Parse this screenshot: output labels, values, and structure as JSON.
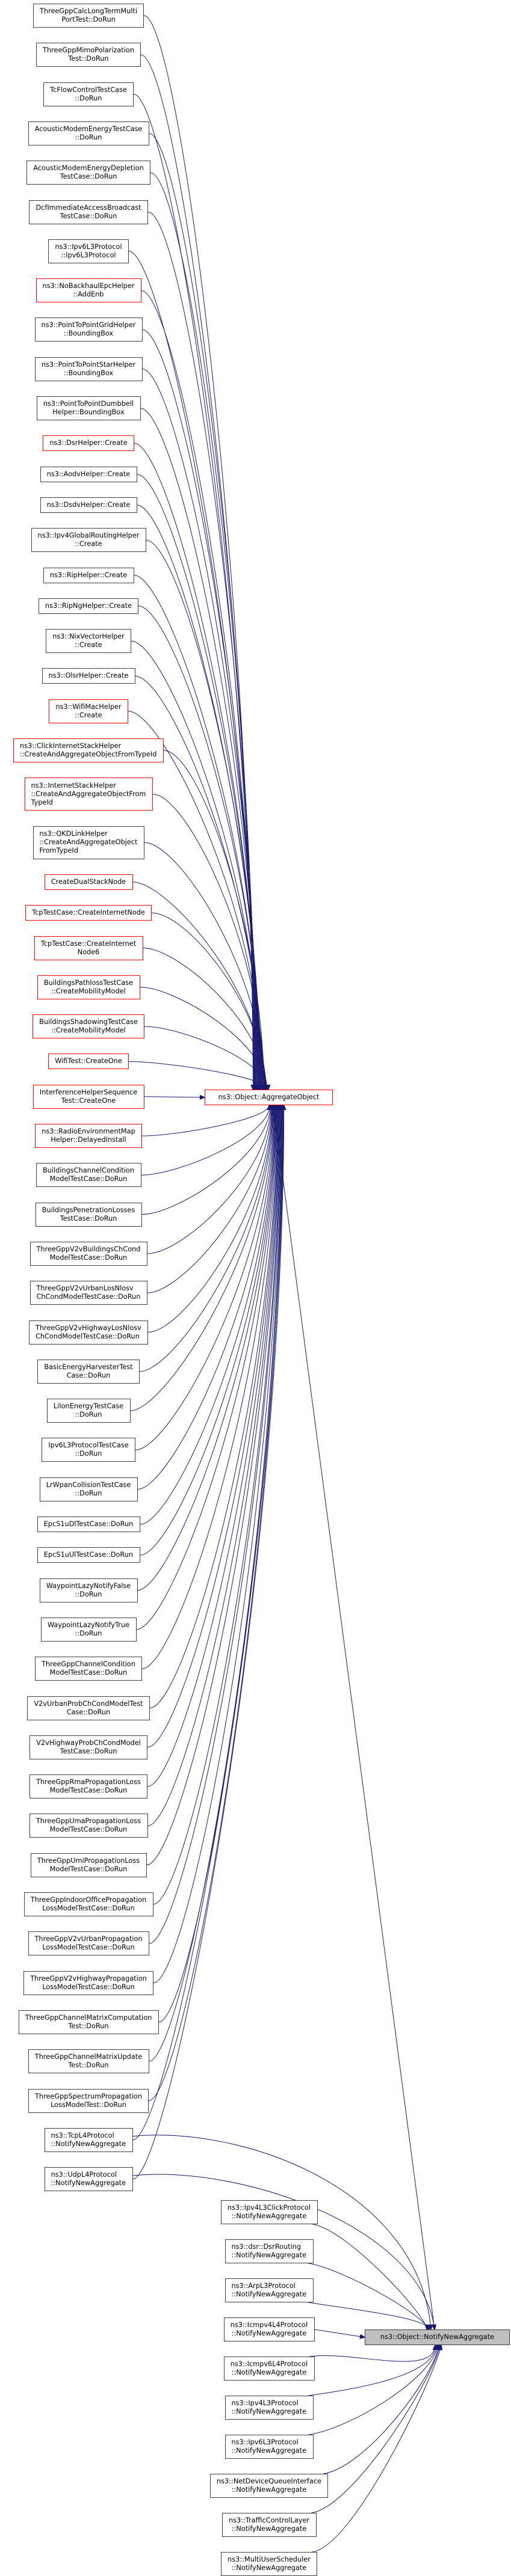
{
  "diagram": {
    "type": "doxygen-caller-graph",
    "edge_color": "#191970",
    "highlight_border_color": "#ff0000",
    "target": {
      "id": "notify",
      "lines": [
        "ns3::Object::NotifyNewAggregate"
      ]
    },
    "intermediate": {
      "id": "aggregate",
      "lines": [
        "ns3::Object::AggregateObject"
      ],
      "highlighted": true
    },
    "aggregate_callers": [
      {
        "lines": [
          "ThreeGppCalcLongTermMulti",
          "PortTest::DoRun"
        ],
        "highlighted": false
      },
      {
        "lines": [
          "ThreeGppMimoPolarization",
          "Test::DoRun"
        ],
        "highlighted": false
      },
      {
        "lines": [
          "TcFlowControlTestCase",
          "::DoRun"
        ],
        "highlighted": false
      },
      {
        "lines": [
          "AcousticModemEnergyTestCase",
          "::DoRun"
        ],
        "highlighted": false
      },
      {
        "lines": [
          "AcousticModemEnergyDepletion",
          "TestCase::DoRun"
        ],
        "highlighted": false
      },
      {
        "lines": [
          "DcfImmediateAccessBroadcast",
          "TestCase::DoRun"
        ],
        "highlighted": false
      },
      {
        "lines": [
          "ns3::Ipv6L3Protocol",
          "::Ipv6L3Protocol"
        ],
        "highlighted": false
      },
      {
        "lines": [
          "ns3::NoBackhaulEpcHelper",
          "::AddEnb"
        ],
        "highlighted": true
      },
      {
        "lines": [
          "ns3::PointToPointGridHelper",
          "::BoundingBox"
        ],
        "highlighted": false
      },
      {
        "lines": [
          "ns3::PointToPointStarHelper",
          "::BoundingBox"
        ],
        "highlighted": false
      },
      {
        "lines": [
          "ns3::PointToPointDumbbell",
          "Helper::BoundingBox"
        ],
        "highlighted": false
      },
      {
        "lines": [
          "ns3::DsrHelper::Create"
        ],
        "highlighted": true
      },
      {
        "lines": [
          "ns3::AodvHelper::Create"
        ],
        "highlighted": false
      },
      {
        "lines": [
          "ns3::DsdvHelper::Create"
        ],
        "highlighted": false
      },
      {
        "lines": [
          "ns3::Ipv4GlobalRoutingHelper",
          "::Create"
        ],
        "highlighted": false
      },
      {
        "lines": [
          "ns3::RipHelper::Create"
        ],
        "highlighted": false
      },
      {
        "lines": [
          "ns3::RipNgHelper::Create"
        ],
        "highlighted": false
      },
      {
        "lines": [
          "ns3::NixVectorHelper",
          "::Create"
        ],
        "highlighted": false
      },
      {
        "lines": [
          "ns3::OlsrHelper::Create"
        ],
        "highlighted": false
      },
      {
        "lines": [
          "ns3::WifiMacHelper",
          "::Create"
        ],
        "highlighted": true
      },
      {
        "lines": [
          "ns3::ClickInternetStackHelper",
          "::CreateAndAggregateObjectFromTypeId"
        ],
        "highlighted": true,
        "align": "left"
      },
      {
        "lines": [
          "ns3::InternetStackHelper",
          "::CreateAndAggregateObjectFrom",
          "TypeId"
        ],
        "highlighted": true,
        "align": "left"
      },
      {
        "lines": [
          "ns3::QKDLinkHelper",
          "::CreateAndAggregateObject",
          "FromTypeId"
        ],
        "highlighted": false,
        "align": "left"
      },
      {
        "lines": [
          "CreateDualStackNode"
        ],
        "highlighted": true
      },
      {
        "lines": [
          "TcpTestCase::CreateInternetNode"
        ],
        "highlighted": true
      },
      {
        "lines": [
          "TcpTestCase::CreateInternet",
          "Node6"
        ],
        "highlighted": true
      },
      {
        "lines": [
          "BuildingsPathlossTestCase",
          "::CreateMobilityModel"
        ],
        "highlighted": true
      },
      {
        "lines": [
          "BuildingsShadowingTestCase",
          "::CreateMobilityModel"
        ],
        "highlighted": true
      },
      {
        "lines": [
          "WifiTest::CreateOne"
        ],
        "highlighted": true
      },
      {
        "lines": [
          "InterferenceHelperSequence",
          "Test::CreateOne"
        ],
        "highlighted": true
      },
      {
        "lines": [
          "ns3::RadioEnvironmentMap",
          "Helper::DelayedInstall"
        ],
        "highlighted": true
      },
      {
        "lines": [
          "BuildingsChannelCondition",
          "ModelTestCase::DoRun"
        ],
        "highlighted": false
      },
      {
        "lines": [
          "BuildingsPenetrationLosses",
          "TestCase::DoRun"
        ],
        "highlighted": false
      },
      {
        "lines": [
          "ThreeGppV2vBuildingsChCond",
          "ModelTestCase::DoRun"
        ],
        "highlighted": false
      },
      {
        "lines": [
          "ThreeGppV2vUrbanLosNlosv",
          "ChCondModelTestCase::DoRun"
        ],
        "highlighted": false,
        "align": "left"
      },
      {
        "lines": [
          "ThreeGppV2vHighwayLosNlosv",
          "ChCondModelTestCase::DoRun"
        ],
        "highlighted": false,
        "align": "left"
      },
      {
        "lines": [
          "BasicEnergyHarvesterTest",
          "Case::DoRun"
        ],
        "highlighted": false
      },
      {
        "lines": [
          "LiIonEnergyTestCase",
          "::DoRun"
        ],
        "highlighted": false
      },
      {
        "lines": [
          "Ipv6L3ProtocolTestCase",
          "::DoRun"
        ],
        "highlighted": false
      },
      {
        "lines": [
          "LrWpanCollisionTestCase",
          "::DoRun"
        ],
        "highlighted": false
      },
      {
        "lines": [
          "EpcS1uDlTestCase::DoRun"
        ],
        "highlighted": false
      },
      {
        "lines": [
          "EpcS1uUlTestCase::DoRun"
        ],
        "highlighted": false
      },
      {
        "lines": [
          "WaypointLazyNotifyFalse",
          "::DoRun"
        ],
        "highlighted": false
      },
      {
        "lines": [
          "WaypointLazyNotifyTrue",
          "::DoRun"
        ],
        "highlighted": false
      },
      {
        "lines": [
          "ThreeGppChannelCondition",
          "ModelTestCase::DoRun"
        ],
        "highlighted": false
      },
      {
        "lines": [
          "V2vUrbanProbChCondModelTest",
          "Case::DoRun"
        ],
        "highlighted": false
      },
      {
        "lines": [
          "V2vHighwayProbChCondModel",
          "TestCase::DoRun"
        ],
        "highlighted": false
      },
      {
        "lines": [
          "ThreeGppRmaPropagationLoss",
          "ModelTestCase::DoRun"
        ],
        "highlighted": false
      },
      {
        "lines": [
          "ThreeGppUmaPropagationLoss",
          "ModelTestCase::DoRun"
        ],
        "highlighted": false
      },
      {
        "lines": [
          "ThreeGppUmiPropagationLoss",
          "ModelTestCase::DoRun"
        ],
        "highlighted": false
      },
      {
        "lines": [
          "ThreeGppIndoorOfficePropagation",
          "LossModelTestCase::DoRun"
        ],
        "highlighted": false
      },
      {
        "lines": [
          "ThreeGppV2vUrbanPropagation",
          "LossModelTestCase::DoRun"
        ],
        "highlighted": false
      },
      {
        "lines": [
          "ThreeGppV2vHighwayPropagation",
          "LossModelTestCase::DoRun"
        ],
        "highlighted": false
      },
      {
        "lines": [
          "ThreeGppChannelMatrixComputation",
          "Test::DoRun"
        ],
        "highlighted": false
      },
      {
        "lines": [
          "ThreeGppChannelMatrixUpdate",
          "Test::DoRun"
        ],
        "highlighted": false
      },
      {
        "lines": [
          "ThreeGppSpectrumPropagation",
          "LossModelTest::DoRun"
        ],
        "highlighted": false
      },
      {
        "lines": [
          "ns3::TcpL4Protocol",
          "::NotifyNewAggregate"
        ],
        "highlighted": false,
        "align": "left",
        "also_calls_target": true
      },
      {
        "lines": [
          "ns3::UdpL4Protocol",
          "::NotifyNewAggregate"
        ],
        "highlighted": false,
        "align": "left",
        "also_calls_target": true
      }
    ],
    "notify_callers": [
      {
        "lines": [
          "ns3::Ipv4L3ClickProtocol",
          "::NotifyNewAggregate"
        ],
        "highlighted": false
      },
      {
        "lines": [
          "ns3::dsr::DsrRouting",
          "::NotifyNewAggregate"
        ],
        "highlighted": false,
        "align": "left"
      },
      {
        "lines": [
          "ns3::ArpL3Protocol",
          "::NotifyNewAggregate"
        ],
        "highlighted": false,
        "align": "left"
      },
      {
        "lines": [
          "ns3::Icmpv4L4Protocol",
          "::NotifyNewAggregate"
        ],
        "highlighted": false
      },
      {
        "lines": [
          "ns3::Icmpv6L4Protocol",
          "::NotifyNewAggregate"
        ],
        "highlighted": false
      },
      {
        "lines": [
          "ns3::Ipv4L3Protocol",
          "::NotifyNewAggregate"
        ],
        "highlighted": false,
        "align": "left"
      },
      {
        "lines": [
          "ns3::Ipv6L3Protocol",
          "::NotifyNewAggregate"
        ],
        "highlighted": false,
        "align": "left"
      },
      {
        "lines": [
          "ns3::NetDeviceQueueInterface",
          "::NotifyNewAggregate"
        ],
        "highlighted": false
      },
      {
        "lines": [
          "ns3::TrafficControlLayer",
          "::NotifyNewAggregate"
        ],
        "highlighted": false
      },
      {
        "lines": [
          "ns3::MultiUserScheduler",
          "::NotifyNewAggregate"
        ],
        "highlighted": false
      }
    ]
  }
}
